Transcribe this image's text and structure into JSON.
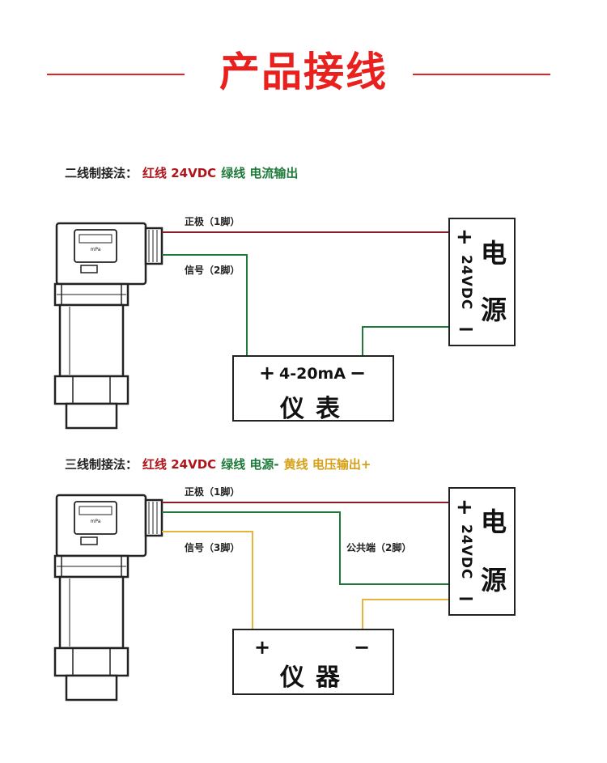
{
  "title": "产品接线",
  "colors": {
    "title_red": "#e8201e",
    "wire_red": "#8a1c2a",
    "wire_green": "#1f7a3a",
    "wire_yellow": "#e8b33c",
    "outline": "#222222"
  },
  "two_wire": {
    "heading": {
      "prefix": "二线制接法：",
      "red": "红线 24VDC",
      "green": "绿线 电流输出"
    },
    "pin_positive": "正极（1脚）",
    "pin_signal": "信号（2脚）",
    "power_supply": {
      "plus": "+",
      "minus": "−",
      "voltage": "24VDC",
      "char1": "电",
      "char2": "源"
    },
    "meter": {
      "plus": "+",
      "range": "4-20mA",
      "minus": "−",
      "label": "仪表"
    }
  },
  "three_wire": {
    "heading": {
      "prefix": "三线制接法：",
      "red": "红线 24VDC",
      "green": "绿线 电源-",
      "yellow": "黄线 电压输出+"
    },
    "pin_positive": "正极（1脚）",
    "pin_signal": "信号（3脚）",
    "pin_common": "公共端（2脚）",
    "power_supply": {
      "plus": "+",
      "minus": "−",
      "voltage": "24VDC",
      "char1": "电",
      "char2": "源"
    },
    "instrument": {
      "plus": "+",
      "minus": "−",
      "label": "仪器"
    }
  }
}
